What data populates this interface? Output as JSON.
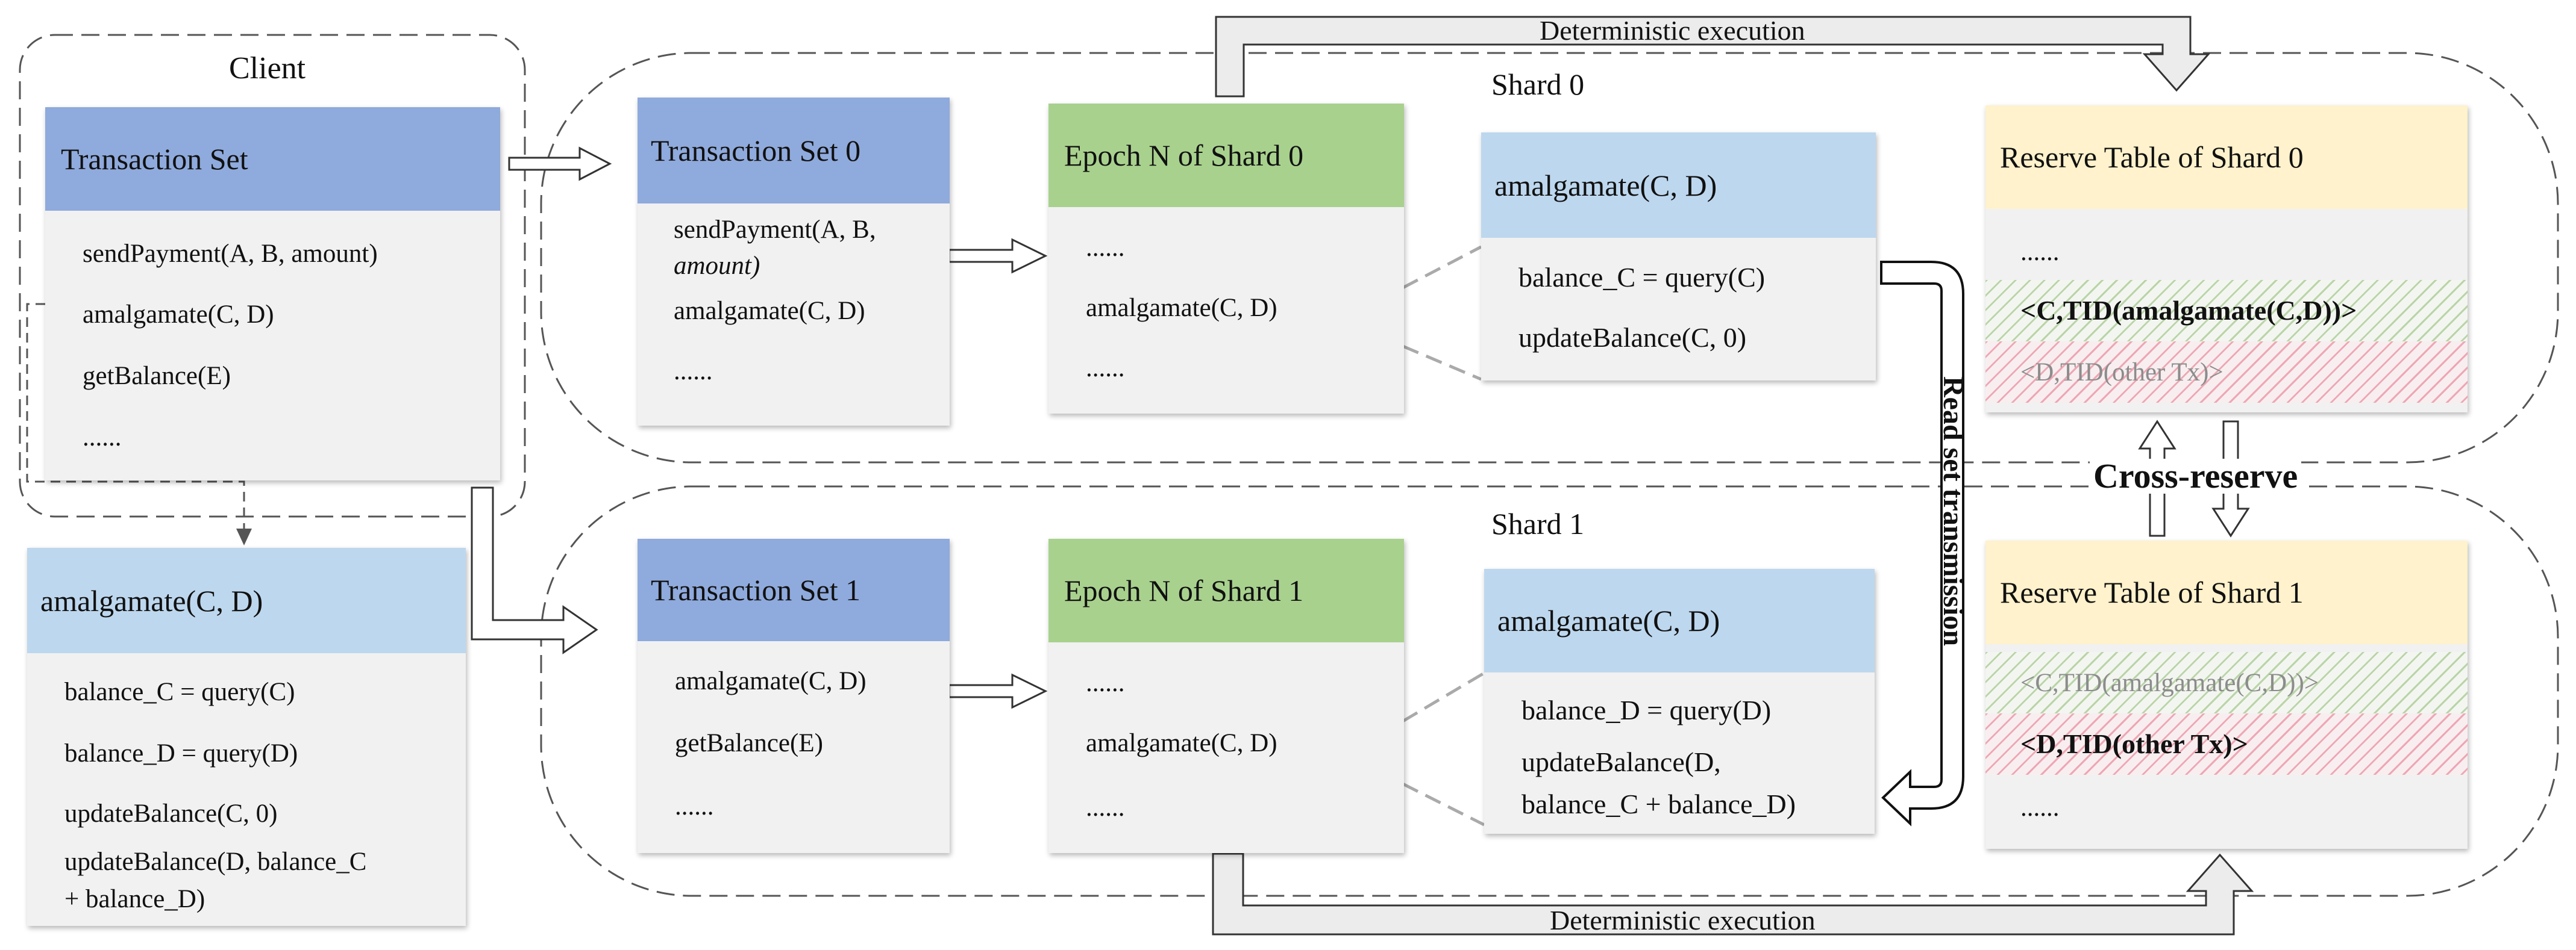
{
  "client": {
    "title": "Client",
    "transaction_set": {
      "title": "Transaction Set",
      "items": [
        "sendPayment(A, B, amount)",
        "amalgamate(C, D)",
        "getBalance(E)",
        "......"
      ]
    },
    "amalgamate_def": {
      "title": "amalgamate(C, D)",
      "lines": [
        "balance_C = query(C)",
        "balance_D = query(D)",
        "updateBalance(C, 0)",
        "updateBalance(D, balance_C",
        "+ balance_D)"
      ]
    }
  },
  "shard0": {
    "label": "Shard 0",
    "transaction_set": {
      "title": "Transaction Set 0",
      "items": [
        "sendPayment(A, B,",
        "amount)",
        "amalgamate(C, D)",
        "......"
      ]
    },
    "epoch": {
      "title": "Epoch N of Shard 0",
      "items": [
        "......",
        "amalgamate(C, D)",
        "......"
      ]
    },
    "tx_detail": {
      "title": "amalgamate(C, D)",
      "lines": [
        "balance_C = query(C)",
        "updateBalance(C, 0)"
      ]
    },
    "reserve_table": {
      "title": "Reserve Table of Shard 0",
      "rows": [
        "......",
        "<C,TID(amalgamate(C,D))>",
        "<D,TID(other Tx)>"
      ]
    }
  },
  "shard1": {
    "label": "Shard 1",
    "transaction_set": {
      "title": "Transaction Set 1",
      "items": [
        "amalgamate(C, D)",
        "getBalance(E)",
        "......"
      ]
    },
    "epoch": {
      "title": "Epoch N of Shard 1",
      "items": [
        "......",
        "amalgamate(C, D)",
        "......"
      ]
    },
    "tx_detail": {
      "title": "amalgamate(C, D)",
      "lines": [
        "balance_D = query(D)",
        "updateBalance(D,",
        "balance_C + balance_D)"
      ]
    },
    "reserve_table": {
      "title": "Reserve Table of Shard 1",
      "rows": [
        "<C,TID(amalgamate(C,D))>",
        "<D,TID(other Tx)>",
        "......"
      ]
    }
  },
  "labels": {
    "deterministic_top": "Deterministic execution",
    "deterministic_bottom": "Deterministic execution",
    "read_set": "Read set transmission",
    "cross_reserve": "Cross-reserve"
  },
  "colors": {
    "tx_set_header": "#8faadc",
    "epoch_header": "#a9d18e",
    "detail_header": "#bdd7ee",
    "reserve_header": "#fff2cc",
    "card_body": "#f1f1f1",
    "dashed": "#555555"
  }
}
